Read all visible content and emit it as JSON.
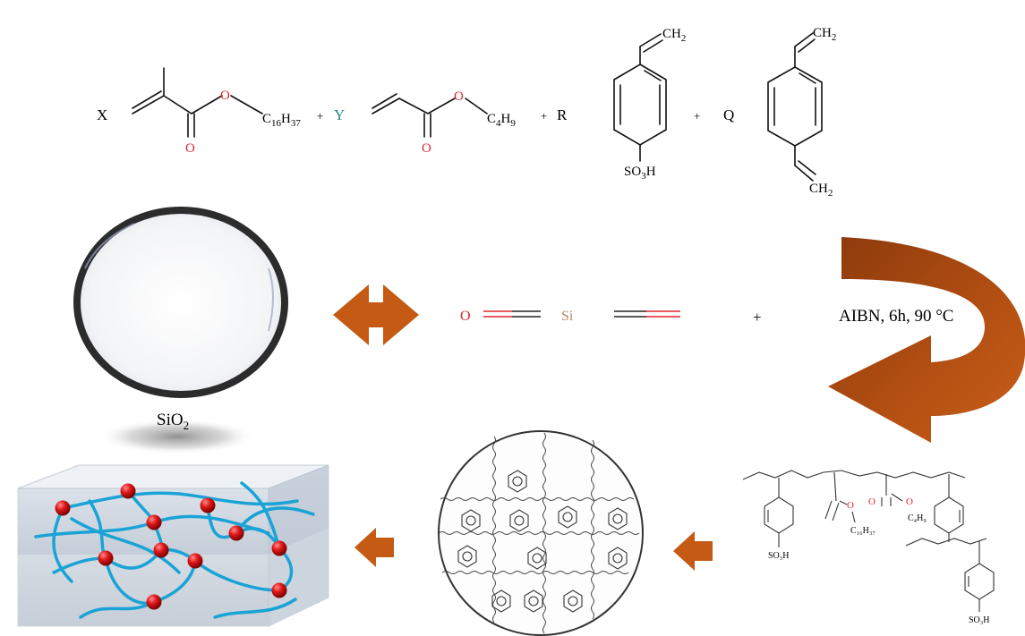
{
  "reaction": {
    "coef_x": "X",
    "coef_y": "Y",
    "coef_r": "R",
    "coef_q": "Q",
    "plus": "+",
    "o_atom": "O",
    "c16h37_c": "C",
    "c16h37_sub1": "16",
    "c16h37_h": "H",
    "c16h37_sub2": "37",
    "c4h9_c": "C",
    "c4h9_sub1": "4",
    "c4h9_h": "H",
    "c4h9_sub2": "9",
    "ch2_c": "CH",
    "ch2_sub": "2",
    "so3h_a": "SO",
    "so3h_sub": "3",
    "so3h_b": "H"
  },
  "middle": {
    "silica_label": "SiO",
    "silica_sub": "2",
    "sio2_o": "O",
    "sio2_si": "Si",
    "plus": "+",
    "conditions": "AIBN, 6h, 90 °C"
  },
  "polymer": {
    "so3h_left": "SO₃H",
    "so3h_right": "SO₃H",
    "o_left": "O",
    "o_right": "O",
    "o_carbonyl": "O",
    "c16h37": "C₁₆H₃₇",
    "c4h9": "C₄H₉"
  },
  "colors": {
    "arrow_orange": "#c45a14",
    "arrow_dark": "#8c3a0c",
    "oxygen_red": "#e0262b",
    "y_teal": "#2b8a8f",
    "si_tan": "#b58a6a",
    "network_blue": "#1aa3d6",
    "crosslink_red": "#d81c1c"
  }
}
